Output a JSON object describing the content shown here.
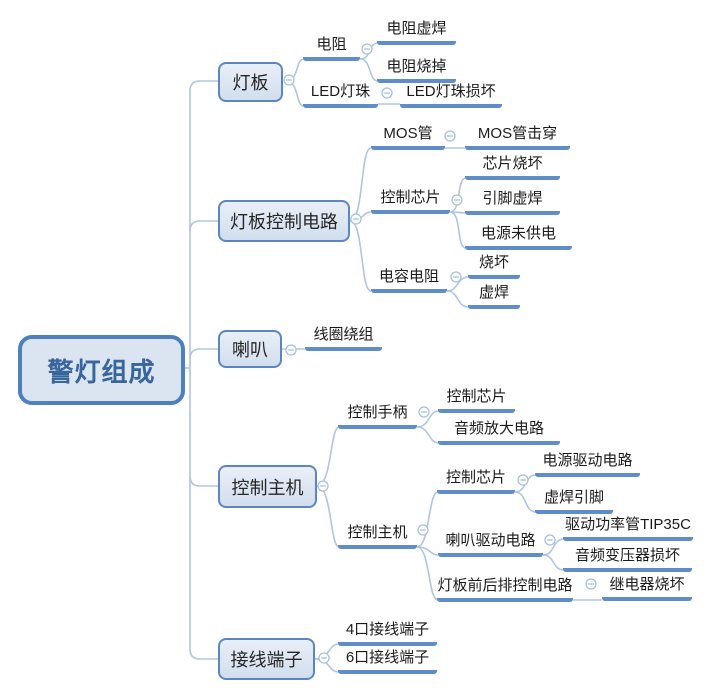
{
  "root": {
    "label": "警灯组成"
  },
  "branches": [
    {
      "label": "灯板",
      "children": [
        {
          "label": "电阻",
          "children": [
            {
              "label": "电阻虚焊"
            },
            {
              "label": "电阻烧掉"
            }
          ]
        },
        {
          "label": "LED灯珠",
          "children": [
            {
              "label": "LED灯珠损坏"
            }
          ]
        }
      ]
    },
    {
      "label": "灯板控制电路",
      "children": [
        {
          "label": "MOS管",
          "children": [
            {
              "label": "MOS管击穿"
            }
          ]
        },
        {
          "label": "控制芯片",
          "children": [
            {
              "label": "芯片烧坏"
            },
            {
              "label": "引脚虚焊"
            },
            {
              "label": "电源未供电"
            }
          ]
        },
        {
          "label": "电容电阻",
          "children": [
            {
              "label": "烧坏"
            },
            {
              "label": "虚焊"
            }
          ]
        }
      ]
    },
    {
      "label": "喇叭",
      "children": [
        {
          "label": "线圈绕组"
        }
      ]
    },
    {
      "label": "控制主机",
      "children": [
        {
          "label": "控制手柄",
          "children": [
            {
              "label": "控制芯片"
            },
            {
              "label": "音频放大电路"
            }
          ]
        },
        {
          "label": "控制主机",
          "children": [
            {
              "label": "控制芯片",
              "children": [
                {
                  "label": "电源驱动电路"
                },
                {
                  "label": "虚焊引脚"
                }
              ]
            },
            {
              "label": "喇叭驱动电路",
              "children": [
                {
                  "label": "驱动功率管TIP35C"
                },
                {
                  "label": "音频变压器损坏"
                }
              ]
            },
            {
              "label": "灯板前后排控制电路",
              "children": [
                {
                  "label": "继电器烧坏"
                }
              ]
            }
          ]
        }
      ]
    },
    {
      "label": "接线端子",
      "children": [
        {
          "label": "4口接线端子"
        },
        {
          "label": "6口接线端子"
        }
      ]
    }
  ],
  "colors": {
    "bar": "#5f8dc9",
    "connector": "#b0c5e2",
    "root_border": "#4d80be",
    "root_fill": "#dbe5f1",
    "root_text": "#38659c",
    "node_border": "#5c86c3"
  },
  "icons": {
    "collapse": "minus-circle"
  }
}
